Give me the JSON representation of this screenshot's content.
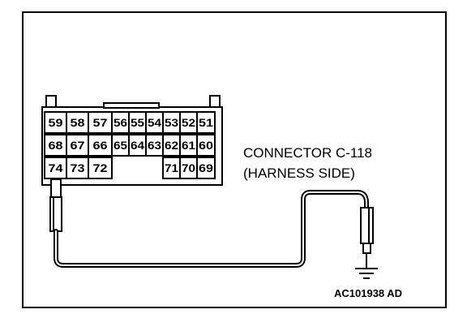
{
  "connector": {
    "row1": [
      "59",
      "58",
      "57",
      "56",
      "55",
      "54",
      "53",
      "52",
      "51"
    ],
    "row2": [
      "68",
      "67",
      "66",
      "65",
      "64",
      "63",
      "62",
      "61",
      "60"
    ],
    "row3_left": [
      "74",
      "73",
      "72"
    ],
    "row3_right": [
      "71",
      "70",
      "69"
    ]
  },
  "caption": {
    "line1": "CONNECTOR C-118",
    "line2": "(HARNESS SIDE)"
  },
  "figure_code": "AC101938 AD"
}
